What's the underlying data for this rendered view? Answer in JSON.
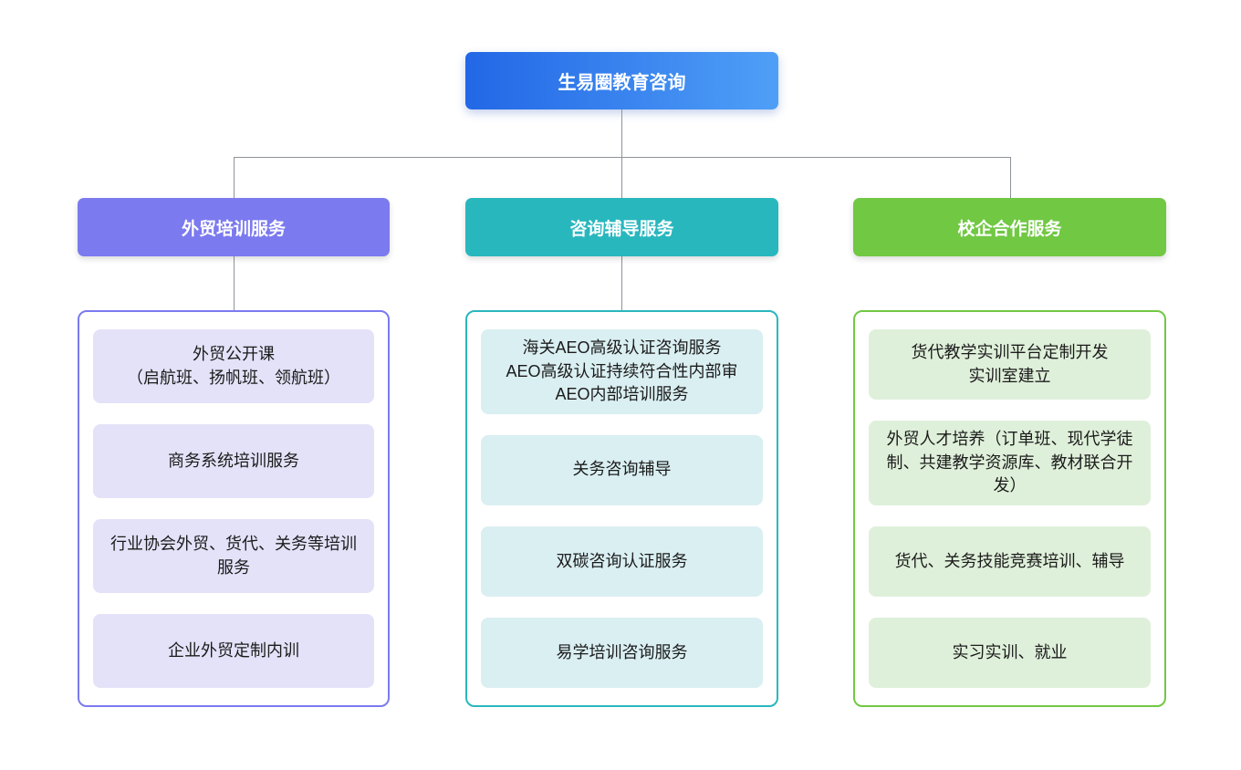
{
  "root": {
    "label": "生易圈教育咨询",
    "gradient_from": "#2267E6",
    "gradient_to": "#4F9FF7"
  },
  "connector_color": "#8D939A",
  "branches": [
    {
      "label": "外贸培训服务",
      "color": "#7B7AEF",
      "item_bg": "#E4E2F8",
      "items": [
        "外贸公开课\n（启航班、扬帆班、领航班）",
        "商务系统培训服务",
        "行业协会外贸、货代、关务等培训服务",
        "企业外贸定制内训"
      ]
    },
    {
      "label": "咨询辅导服务",
      "color": "#29B7BE",
      "item_bg": "#DAEFF2",
      "items": [
        "海关AEO高级认证咨询服务\nAEO高级认证持续符合性内部审\nAEO内部培训服务",
        "关务咨询辅导",
        "双碳咨询认证服务",
        "易学培训咨询服务"
      ]
    },
    {
      "label": "校企合作服务",
      "color": "#71C843",
      "item_bg": "#DFF0DA",
      "items": [
        "货代教学实训平台定制开发\n实训室建立",
        "外贸人才培养（订单班、现代学徒制、共建教学资源库、教材联合开发）",
        "货代、关务技能竞赛培训、辅导",
        "实习实训、就业"
      ]
    }
  ]
}
